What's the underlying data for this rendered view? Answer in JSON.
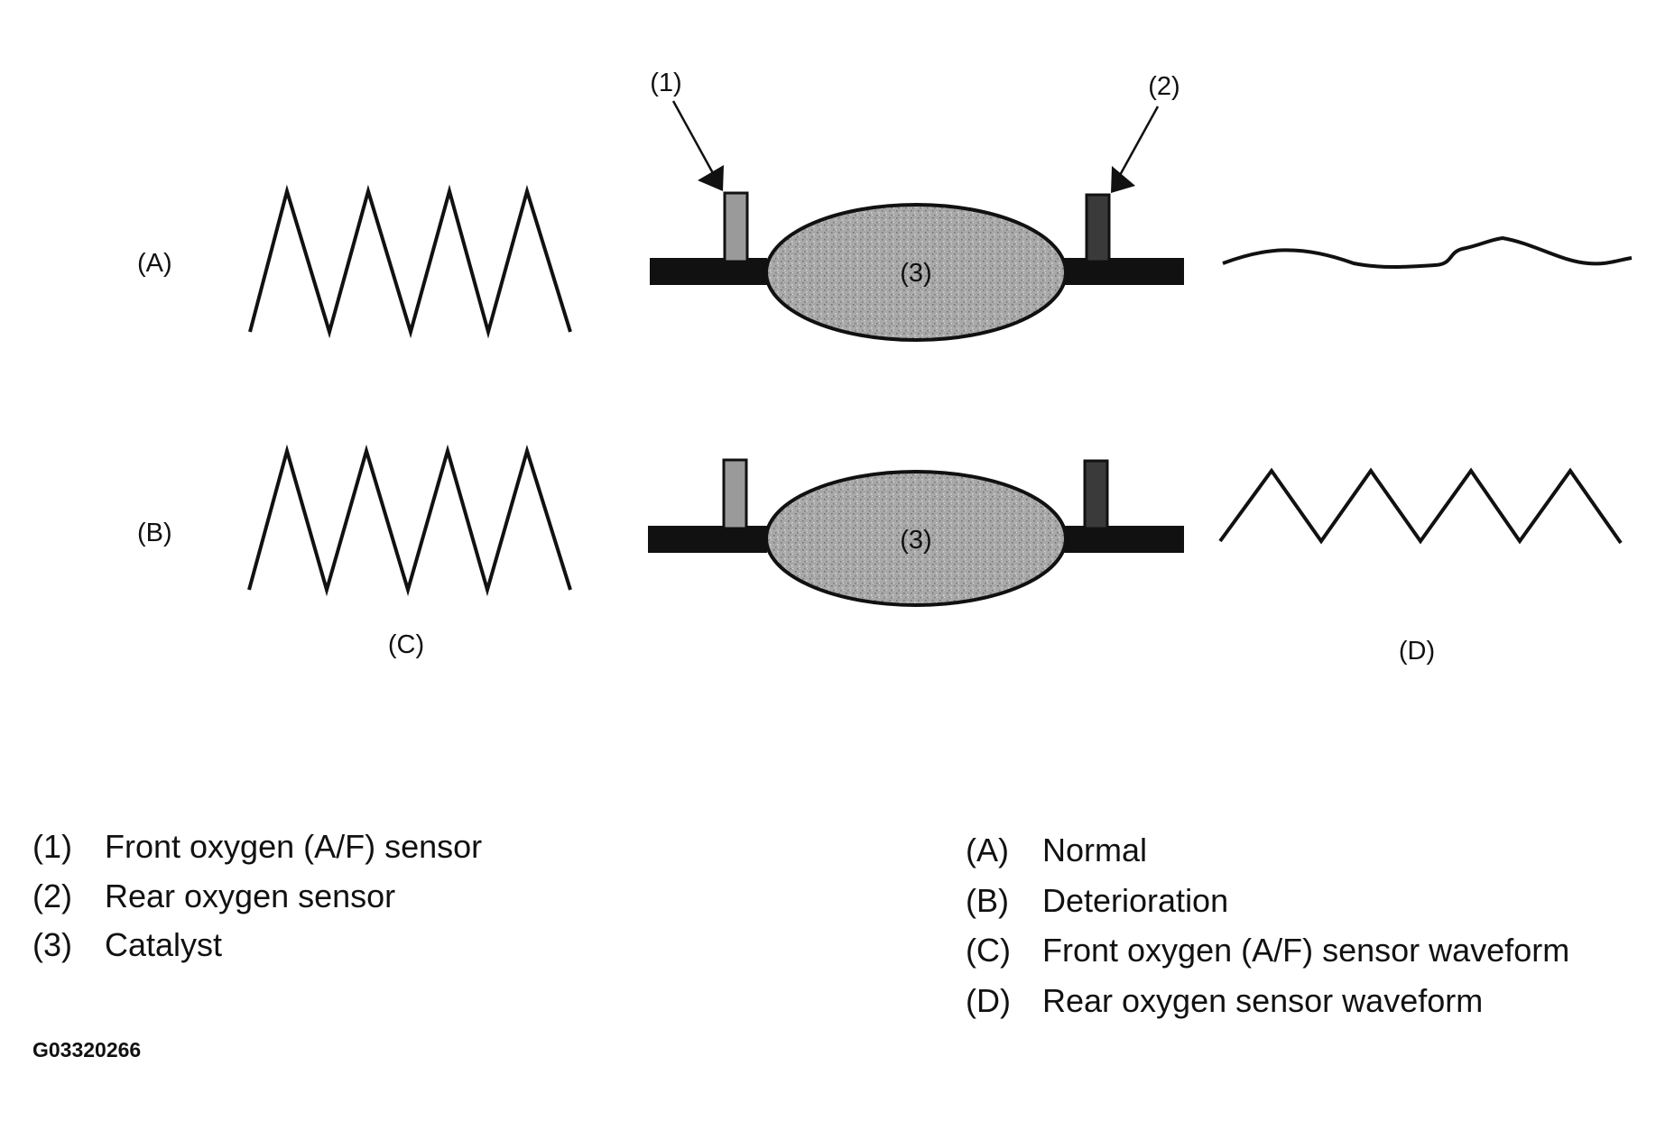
{
  "callouts": {
    "front_sensor": "(1)",
    "rear_sensor": "(2)",
    "catalyst": "(3)"
  },
  "rows": {
    "normal": "(A)",
    "deterioration": "(B)"
  },
  "waveform_labels": {
    "front": "(C)",
    "rear": "(D)"
  },
  "legend_left": [
    {
      "code": "(1)",
      "text": "Front oxygen (A/F) sensor"
    },
    {
      "code": "(2)",
      "text": "Rear oxygen sensor"
    },
    {
      "code": "(3)",
      "text": "Catalyst"
    }
  ],
  "legend_right": [
    {
      "code": "(A)",
      "text": "Normal"
    },
    {
      "code": "(B)",
      "text": "Deterioration"
    },
    {
      "code": "(C)",
      "text": "Front oxygen (A/F) sensor waveform"
    },
    {
      "code": "(D)",
      "text": "Rear oxygen sensor waveform"
    }
  ],
  "figure_id": "G03320266"
}
